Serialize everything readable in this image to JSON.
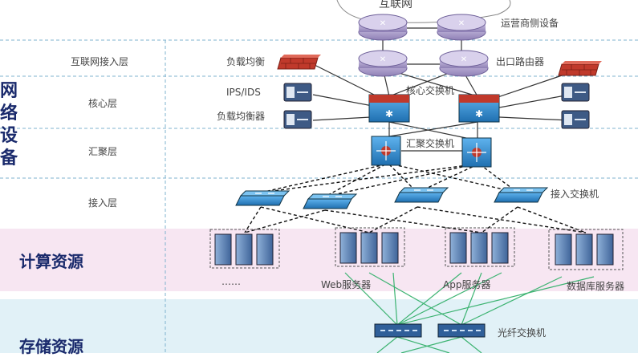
{
  "cloud": {
    "label": "互联网"
  },
  "labels": {
    "operator_device": "运营商侧设备",
    "load_balancer": "负载均衡",
    "egress_router": "出口路由器",
    "ips_ids": "IPS/IDS",
    "core_switch": "核心交换机",
    "load_balancer_device": "负载均衡器",
    "aggregation_switch": "汇聚交换机",
    "access_switch": "接入交换机",
    "ellipsis": "……",
    "web_servers": "Web服务器",
    "app_servers": "App服务器",
    "db_servers": "数据库服务器",
    "fiber_switch": "光纤交换机"
  },
  "layers": {
    "internet_access": "互联网接入层",
    "core": "核心层",
    "aggregation": "汇聚层",
    "access": "接入层"
  },
  "sections": {
    "network_devices": [
      "网",
      "络",
      "设",
      "备"
    ],
    "compute": "计算资源",
    "storage": "存储资源"
  },
  "colors": {
    "compute_band": "#f7e6f2",
    "storage_band": "#e1f1f7",
    "router": "#a99cc6",
    "firewall": "#c0392b",
    "switch_blue": "#2f7fc1",
    "server": "#4a6fa5",
    "fiber_link": "#3cb371",
    "section_text": "#1a2a6c"
  }
}
